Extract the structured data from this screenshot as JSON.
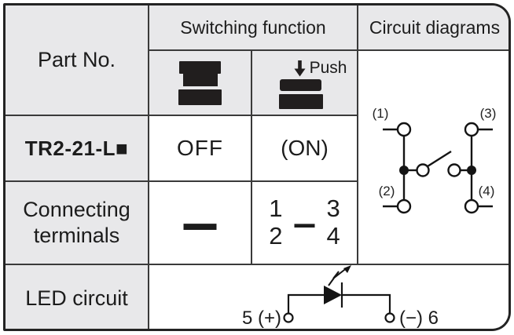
{
  "table": {
    "header": {
      "part_no": "Part No.",
      "switching_function": "Switching function",
      "circuit_diagrams": "Circuit diagrams",
      "push": "Push"
    },
    "part_row": {
      "part_no": "TR2-21-L■",
      "released_state": "OFF",
      "pushed_state": "(ON)"
    },
    "connecting_row": {
      "label": "Connecting terminals",
      "released_symbol": "—",
      "pushed": {
        "top_left": "1",
        "bottom_left": "2",
        "separator": "—",
        "top_right": "3",
        "bottom_right": "4"
      }
    },
    "led_row": {
      "label": "LED circuit",
      "anode_label": "5 (+)",
      "cathode_label": "(−) 6"
    },
    "circuit_diagram": {
      "t1": "(1)",
      "t2": "(2)",
      "t3": "(3)",
      "t4": "(4)"
    }
  },
  "colors": {
    "cell_gray": "#e8e8ea",
    "grid_line": "#3a3a3a",
    "outer_border": "#232323",
    "ink": "#1c1c1c"
  }
}
